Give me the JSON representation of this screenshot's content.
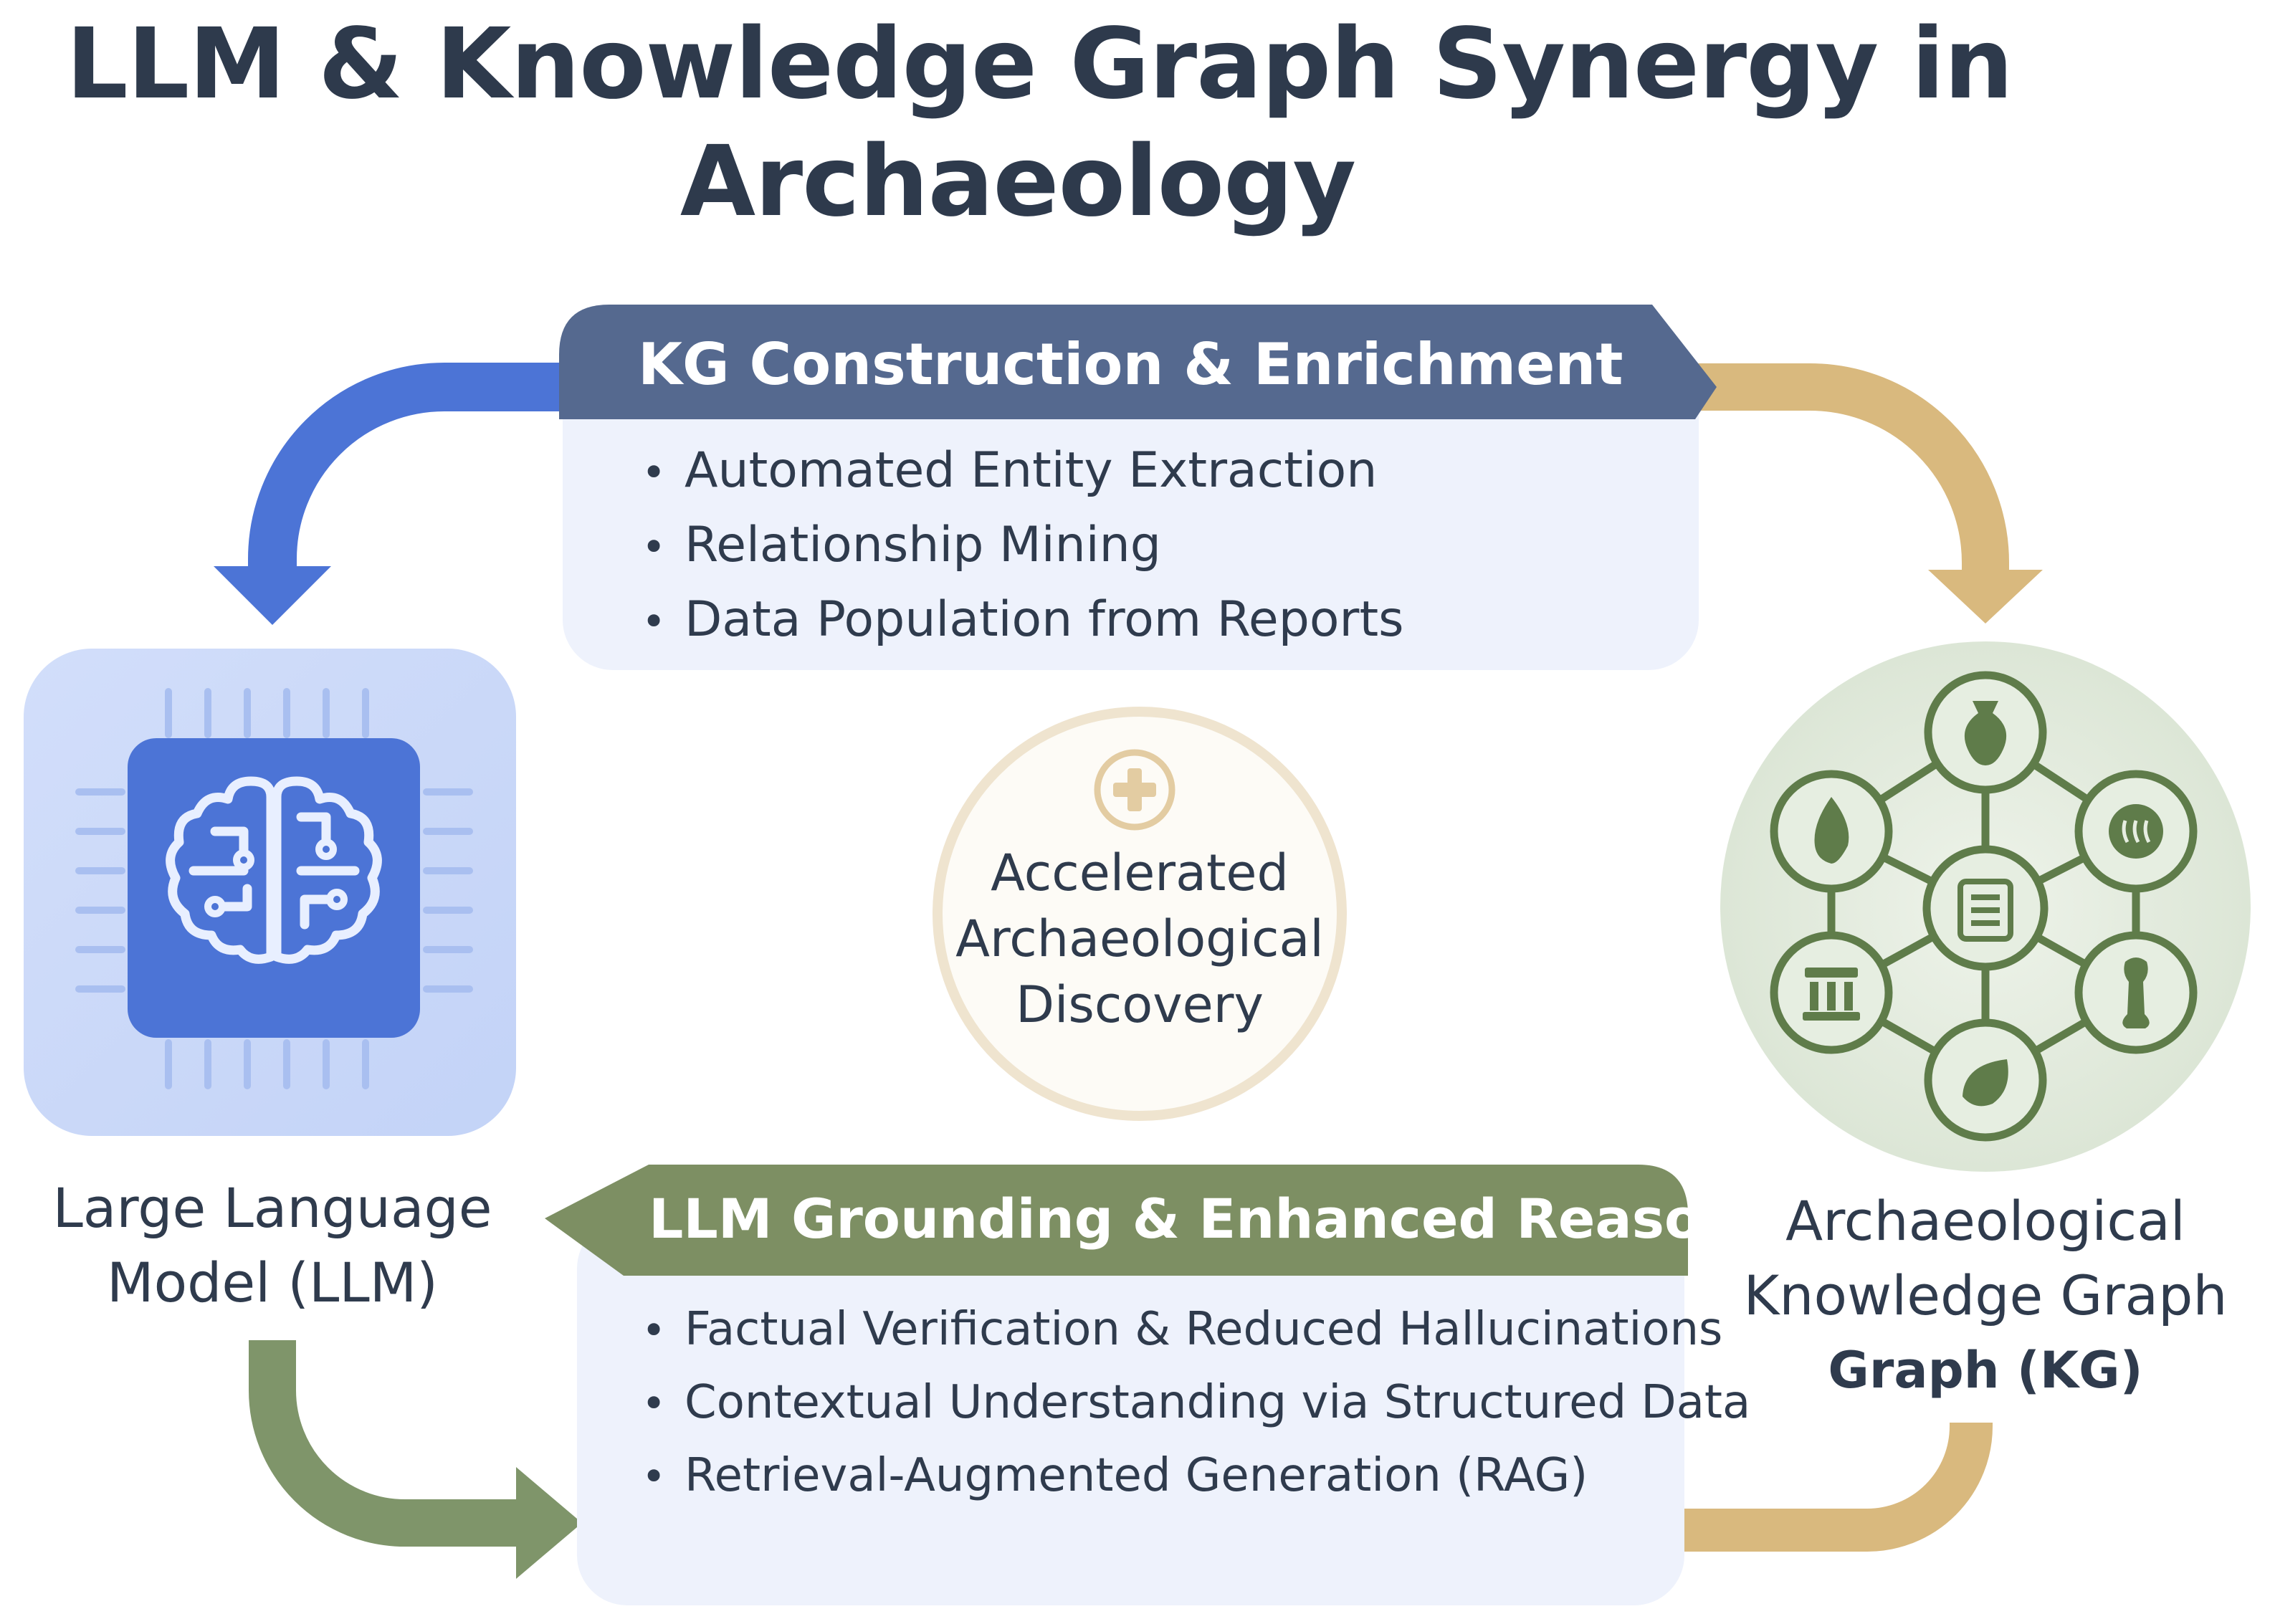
{
  "title": {
    "line1": "LLM & Knowledge Graph Synergy in",
    "line2": "Archaeology"
  },
  "top_section": {
    "heading": "KG Construction & Enrichment",
    "items": [
      "Automated Entity Extraction",
      "Relationship Mining",
      "Data Population from Reports"
    ]
  },
  "bottom_section": {
    "heading": "LLM Grounding & Enhanced Reasoning",
    "items": [
      "Factual Verification & Reduced Hallucinations",
      "Contextual Understanding via Structured Data",
      "Retrieval-Augmented Generation (RAG)"
    ]
  },
  "llm_node": {
    "label_line1": "Large Language",
    "label_line2": "Model (LLM)",
    "icon": "brain-chip-icon"
  },
  "kg_node": {
    "label_line1": "Archaeological",
    "label_line2": "Knowledge Graph",
    "label_line3": "Graph (KG)",
    "icons": [
      "scroll-icon",
      "vase-icon",
      "coin-icon",
      "bone-icon",
      "pottery-shard-icon",
      "temple-icon",
      "arrowhead-icon"
    ]
  },
  "center": {
    "line1": "Accelerated",
    "line2": "Archaeological",
    "line3": "Discovery",
    "icon": "plus-icon"
  },
  "colors": {
    "title": "#2e3a4c",
    "top_header": "#55698f",
    "bottom_header": "#7d8f63",
    "blue_arrow": "#4c74d6",
    "gold_arrow": "#d9b97e",
    "green_arrow": "#7f956a",
    "card_bg": "#eef2fc",
    "kg_green": "#5f7c4a",
    "kg_bg": "#e4ece0"
  }
}
